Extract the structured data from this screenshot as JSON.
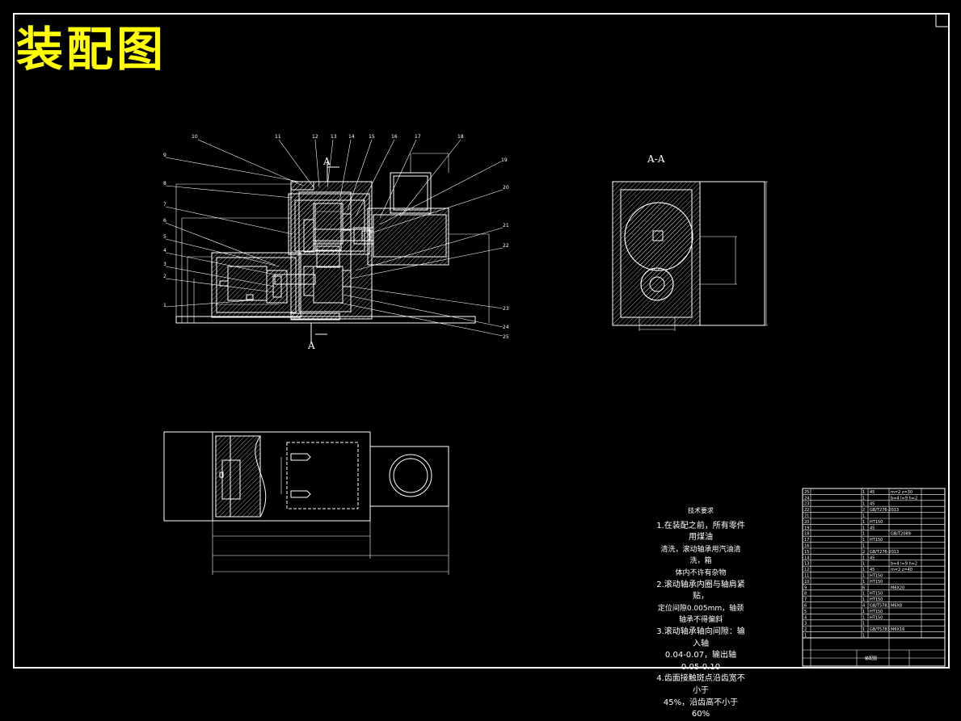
{
  "title": "装配图",
  "section_label": "A-A",
  "cut_mark": "A",
  "colors": {
    "background": "#000000",
    "lines": "#ffffff",
    "title": "#ffff00"
  },
  "part_numbers_top": [
    "10",
    "11",
    "12",
    "13",
    "14",
    "15",
    "16",
    "17",
    "18"
  ],
  "part_numbers_left": [
    "9",
    "8",
    "7",
    "6",
    "5",
    "4",
    "3",
    "2",
    "1"
  ],
  "part_numbers_right": [
    "19",
    "20",
    "21",
    "22",
    "23",
    "24",
    "25"
  ],
  "technical_notes": {
    "heading": "技术要求",
    "items": [
      "1.在装配之前，所有零件用煤油",
      "清洗，滚动轴承用汽油清洗，箱",
      "体内不许有杂物",
      "2.滚动轴承内圈与轴肩紧贴，",
      "定位间隙0.005mm，轴颈",
      "轴承不得偏斜",
      "3.滚动轴承轴向间隙：输入轴",
      "0.04-0.07，输出轴",
      "0.05-0.10",
      "4.齿面接触斑点沿齿宽不小于",
      "45%，沿齿高不小于",
      "60%"
    ]
  },
  "bom_rows": [
    {
      "no": "25",
      "qty": "1",
      "mat": "45",
      "note": "m=2 z=30"
    },
    {
      "no": "24",
      "qty": "1",
      "mat": "",
      "note": "b=4 l=9 h=2"
    },
    {
      "no": "23",
      "qty": "1",
      "mat": "45",
      "note": ""
    },
    {
      "no": "22",
      "qty": "2",
      "mat": "GB/T276-2013",
      "note": ""
    },
    {
      "no": "21",
      "qty": "1",
      "mat": "",
      "note": ""
    },
    {
      "no": "20",
      "qty": "1",
      "mat": "HT150",
      "note": ""
    },
    {
      "no": "19",
      "qty": "1",
      "mat": "45",
      "note": ""
    },
    {
      "no": "18",
      "qty": "1",
      "mat": "",
      "note": "GB/T2089"
    },
    {
      "no": "17",
      "qty": "1",
      "mat": "HT150",
      "note": ""
    },
    {
      "no": "16",
      "qty": "1",
      "mat": "",
      "note": ""
    },
    {
      "no": "15",
      "qty": "2",
      "mat": "GB/T276-2013",
      "note": ""
    },
    {
      "no": "14",
      "qty": "1",
      "mat": "45",
      "note": ""
    },
    {
      "no": "13",
      "qty": "1",
      "mat": "",
      "note": "b=4 l=9 h=2"
    },
    {
      "no": "12",
      "qty": "1",
      "mat": "45",
      "note": "m=2 z=40"
    },
    {
      "no": "11",
      "qty": "1",
      "mat": "HT150",
      "note": ""
    },
    {
      "no": "10",
      "qty": "1",
      "mat": "HT150",
      "note": ""
    },
    {
      "no": "9",
      "qty": "6",
      "mat": "",
      "note": "M6X20"
    },
    {
      "no": "8",
      "qty": "1",
      "mat": "HT150",
      "note": ""
    },
    {
      "no": "7",
      "qty": "1",
      "mat": "HT150",
      "note": ""
    },
    {
      "no": "6",
      "qty": "4",
      "mat": "GB/T5783",
      "note": "M6X8"
    },
    {
      "no": "5",
      "qty": "1",
      "mat": "HT150",
      "note": ""
    },
    {
      "no": "4",
      "qty": "1",
      "mat": "HT150",
      "note": ""
    },
    {
      "no": "3",
      "qty": "1",
      "mat": "",
      "note": ""
    },
    {
      "no": "2",
      "qty": "1",
      "mat": "GB/T5783",
      "note": "M6X16"
    },
    {
      "no": "1",
      "qty": "1",
      "mat": "",
      "note": ""
    }
  ],
  "title_block": {
    "name": "装配图"
  }
}
